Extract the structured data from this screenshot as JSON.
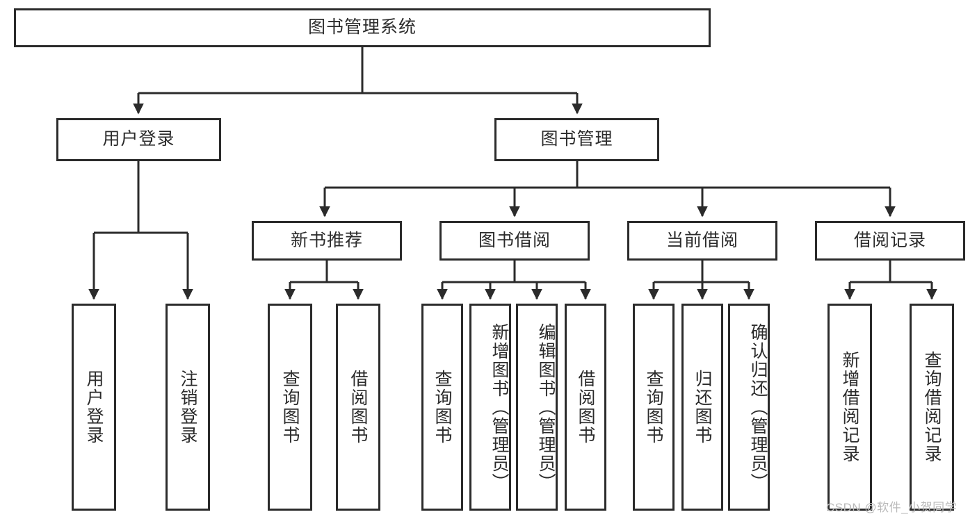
{
  "diagram": {
    "type": "tree-hierarchy-chart",
    "title": "图书管理系统",
    "root": {
      "label": "图书管理系统",
      "id": "root"
    },
    "level1": [
      {
        "id": "user-login",
        "label": "用户登录"
      },
      {
        "id": "book-manage",
        "label": "图书管理"
      }
    ],
    "level2": [
      {
        "id": "new-book-recommend",
        "label": "新书推荐",
        "parent": "book-manage"
      },
      {
        "id": "book-borrow",
        "label": "图书借阅",
        "parent": "book-manage"
      },
      {
        "id": "current-borrow",
        "label": "当前借阅",
        "parent": "book-manage"
      },
      {
        "id": "borrow-record",
        "label": "借阅记录",
        "parent": "book-manage"
      }
    ],
    "leaves": {
      "user_login": [
        {
          "id": "leaf-user-login",
          "label": "用户登录"
        },
        {
          "id": "leaf-user-logout",
          "label": "注销登录"
        }
      ],
      "new_book_recommend": [
        {
          "id": "leaf-query-book-1",
          "label": "查询图书"
        },
        {
          "id": "leaf-borrow-book-1",
          "label": "借阅图书"
        }
      ],
      "book_borrow": [
        {
          "id": "leaf-query-book-2",
          "label": "查询图书"
        },
        {
          "id": "leaf-add-book",
          "label": "新增图书（管理员）"
        },
        {
          "id": "leaf-edit-book",
          "label": "编辑图书（管理员）"
        },
        {
          "id": "leaf-borrow-book-2",
          "label": "借阅图书"
        }
      ],
      "current_borrow": [
        {
          "id": "leaf-query-book-3",
          "label": "查询图书"
        },
        {
          "id": "leaf-return-book",
          "label": "归还图书"
        },
        {
          "id": "leaf-confirm-return",
          "label": "确认归还（管理员）"
        }
      ],
      "borrow_record": [
        {
          "id": "leaf-add-record",
          "label": "新增借阅记录"
        },
        {
          "id": "leaf-query-record",
          "label": "查询借阅记录"
        }
      ]
    }
  },
  "watermark": {
    "text": "CSDN @软件_小贺同学"
  },
  "colors": {
    "stroke": "#2b2b2b",
    "text": "#2b2b2b",
    "background": "#ffffff",
    "watermark": "#b9b9b9"
  }
}
